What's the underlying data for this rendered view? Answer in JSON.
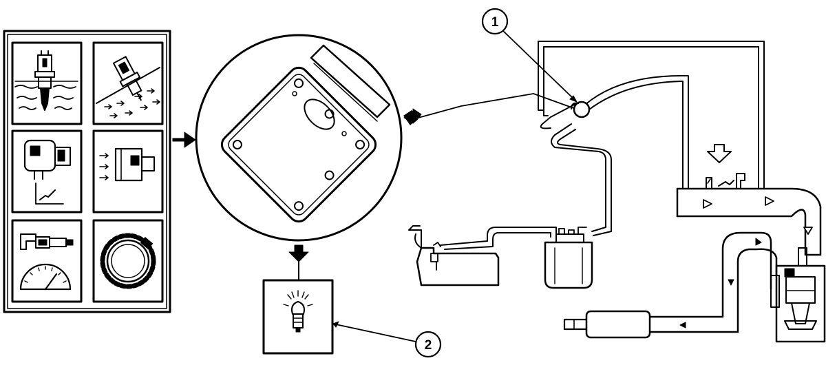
{
  "callouts": [
    {
      "id": "1",
      "label": "1",
      "target": "purge-valve"
    },
    {
      "id": "2",
      "label": "2",
      "target": "warning-lamp"
    }
  ],
  "sensors": [
    {
      "icon": "oxygen-sensor-icon"
    },
    {
      "icon": "airflow-sensor-icon"
    },
    {
      "icon": "throttle-position-sensor-icon"
    },
    {
      "icon": "air-flow-meter-icon"
    },
    {
      "icon": "coolant-temperature-sensor-icon"
    },
    {
      "icon": "crankshaft-speed-sensor-icon"
    }
  ],
  "components": [
    "engine-control-unit-icon",
    "warning-lamp-icon",
    "fuel-tank-icon",
    "charcoal-canister-icon",
    "intake-manifold-icon",
    "throttle-valve-icon",
    "engine-cylinder-icon",
    "exhaust-muffler-icon"
  ],
  "colors": {
    "ink": "#000000",
    "paper": "#ffffff"
  }
}
